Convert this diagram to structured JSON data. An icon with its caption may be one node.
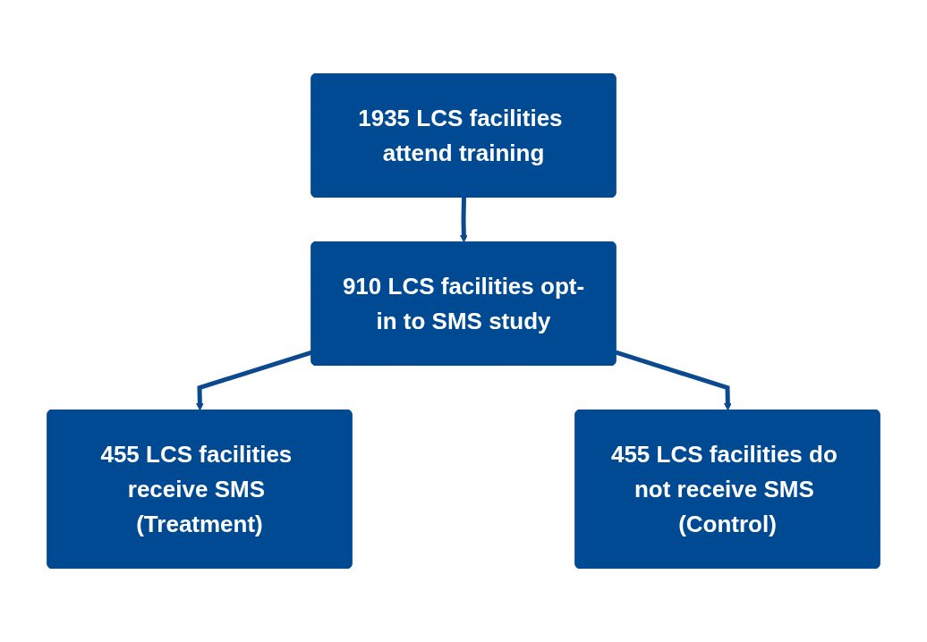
{
  "diagram": {
    "nodes": [
      {
        "text": [
          "1935 LCS facilities attend training"
        ]
      },
      {
        "text": [
          "910 LCS facilities opt-in to SMS study"
        ]
      },
      {
        "text": [
          "455 LCS facilities receive SMS (Treatment)"
        ]
      },
      {
        "text": [
          "455 LCS facilities do not receive SMS (Control)"
        ]
      }
    ],
    "edges": [
      {
        "from": 0,
        "to": 1,
        "arrow": "to"
      },
      {
        "from": 1,
        "to": 2,
        "arrow": "to"
      },
      {
        "from": 1,
        "to": 3,
        "arrow": "to"
      }
    ]
  }
}
